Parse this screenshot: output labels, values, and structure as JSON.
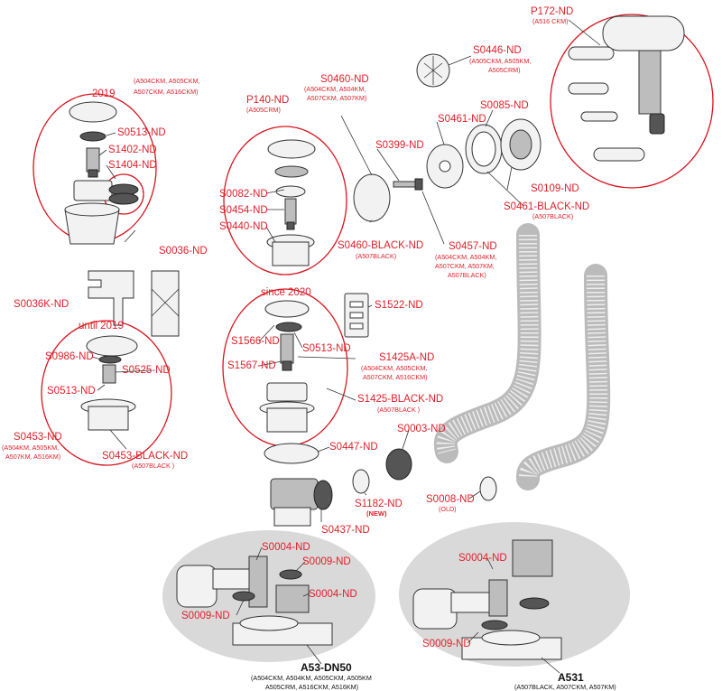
{
  "labels": {
    "p172": "P172-ND",
    "p172_sub": "(A516 CKM)",
    "s0446": "S0446-ND",
    "s0446_sub1": "(A505CKM, A505KM,",
    "s0446_sub2": "A505CRM)",
    "s0460": "S0460-ND",
    "s0460_sub1": "(A504CKM, A504KM,",
    "s0460_sub2": "A507CKM, A507KM)",
    "y2019": "2019",
    "g2019_sub1": "(A504CKM, A505CKM,",
    "g2019_sub2": "A507CKM, A516CKM)",
    "s0513a": "S0513-ND",
    "s1402": "S1402-ND",
    "s1404": "S1404-ND",
    "p140": "P140-ND",
    "p140_sub": "(A505CRM)",
    "s0082": "S0082-ND",
    "s0454": "S0454-ND",
    "s0440": "S0440-ND",
    "s0399": "S0399-ND",
    "s0461": "S0461-ND",
    "s0085": "S0085-ND",
    "s0109": "S0109-ND",
    "s0461b": "S0461-BLACK-ND",
    "s0461b_sub": "(A507BLACK)",
    "s0460b": "S0460-BLACK-ND",
    "s0460b_sub": "(A507BLACK)",
    "s0457": "S0457-ND",
    "s0457_sub1": "(A504CKM, A504KM,",
    "s0457_sub2": "A507CKM, A507KM,",
    "s0457_sub3": "A507BLACK)",
    "s0036": "S0036-ND",
    "s0036k": "S0036K-ND",
    "since2020": "since 2020",
    "s1522": "S1522-ND",
    "until2019": "until 2019",
    "s1566": "S1566-ND",
    "s0513b": "S0513-ND",
    "s1567": "S1567-ND",
    "s1425a": "S1425A-ND",
    "s1425a_sub1": "(A504CKM, A505CKM,",
    "s1425a_sub2": "A507CKM, A516CKM)",
    "s1425b": "S1425-BLACK-ND",
    "s1425b_sub": "(A507BLACK )",
    "s0986": "S0986-ND",
    "s0525": "S0525-ND",
    "s0513c": "S0513-ND",
    "s0453": "S0453-ND",
    "s0453_sub1": "(A504KM, A505KM,",
    "s0453_sub2": "A507KM, A516KM)",
    "s0453b": "S0453-BLACK-ND",
    "s0453b_sub": "(A507BLACK )",
    "s0447": "S0447-ND",
    "s0003": "S0003-ND",
    "s1182": "S1182-ND",
    "s1182_new": "(NEW)",
    "s0008": "S0008-ND",
    "s0008_sub": "(OLD)",
    "s0437": "S0437-ND",
    "s0004a": "S0004-ND",
    "s0009a": "S0009-ND",
    "s0004b": "S0004-ND",
    "s0009b": "S0009-ND",
    "s0004c": "S0004-ND",
    "s0009c": "S0009-ND",
    "a53": "A53-DN50",
    "a53_sub1": "(A504CKM, A504KM, A505CKM, A505KM",
    "a53_sub2": "A505CRM, A516CKM, A516KM)",
    "a531": "A531",
    "a531_sub": "(A507BLACK, A507CKM, A507KM)"
  },
  "colors": {
    "accent": "#e0202a",
    "ring": "#d8141e",
    "bubble": "#d9d9d9",
    "part": "#f2f2f2"
  }
}
